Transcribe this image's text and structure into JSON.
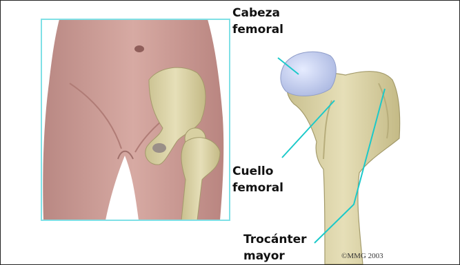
{
  "labels": {
    "head": [
      "Cabeza",
      "femoral"
    ],
    "neck": [
      "Cuello",
      "femoral"
    ],
    "trochanter": [
      "Trocánter",
      "mayor"
    ]
  },
  "copyright": "©MMG 2003",
  "colors": {
    "frame": "#7fe0e6",
    "skin": "#c99892",
    "bone": "#dcd4a8",
    "cartilage": "#c7d2f0",
    "leader": "#1bc9c9"
  }
}
